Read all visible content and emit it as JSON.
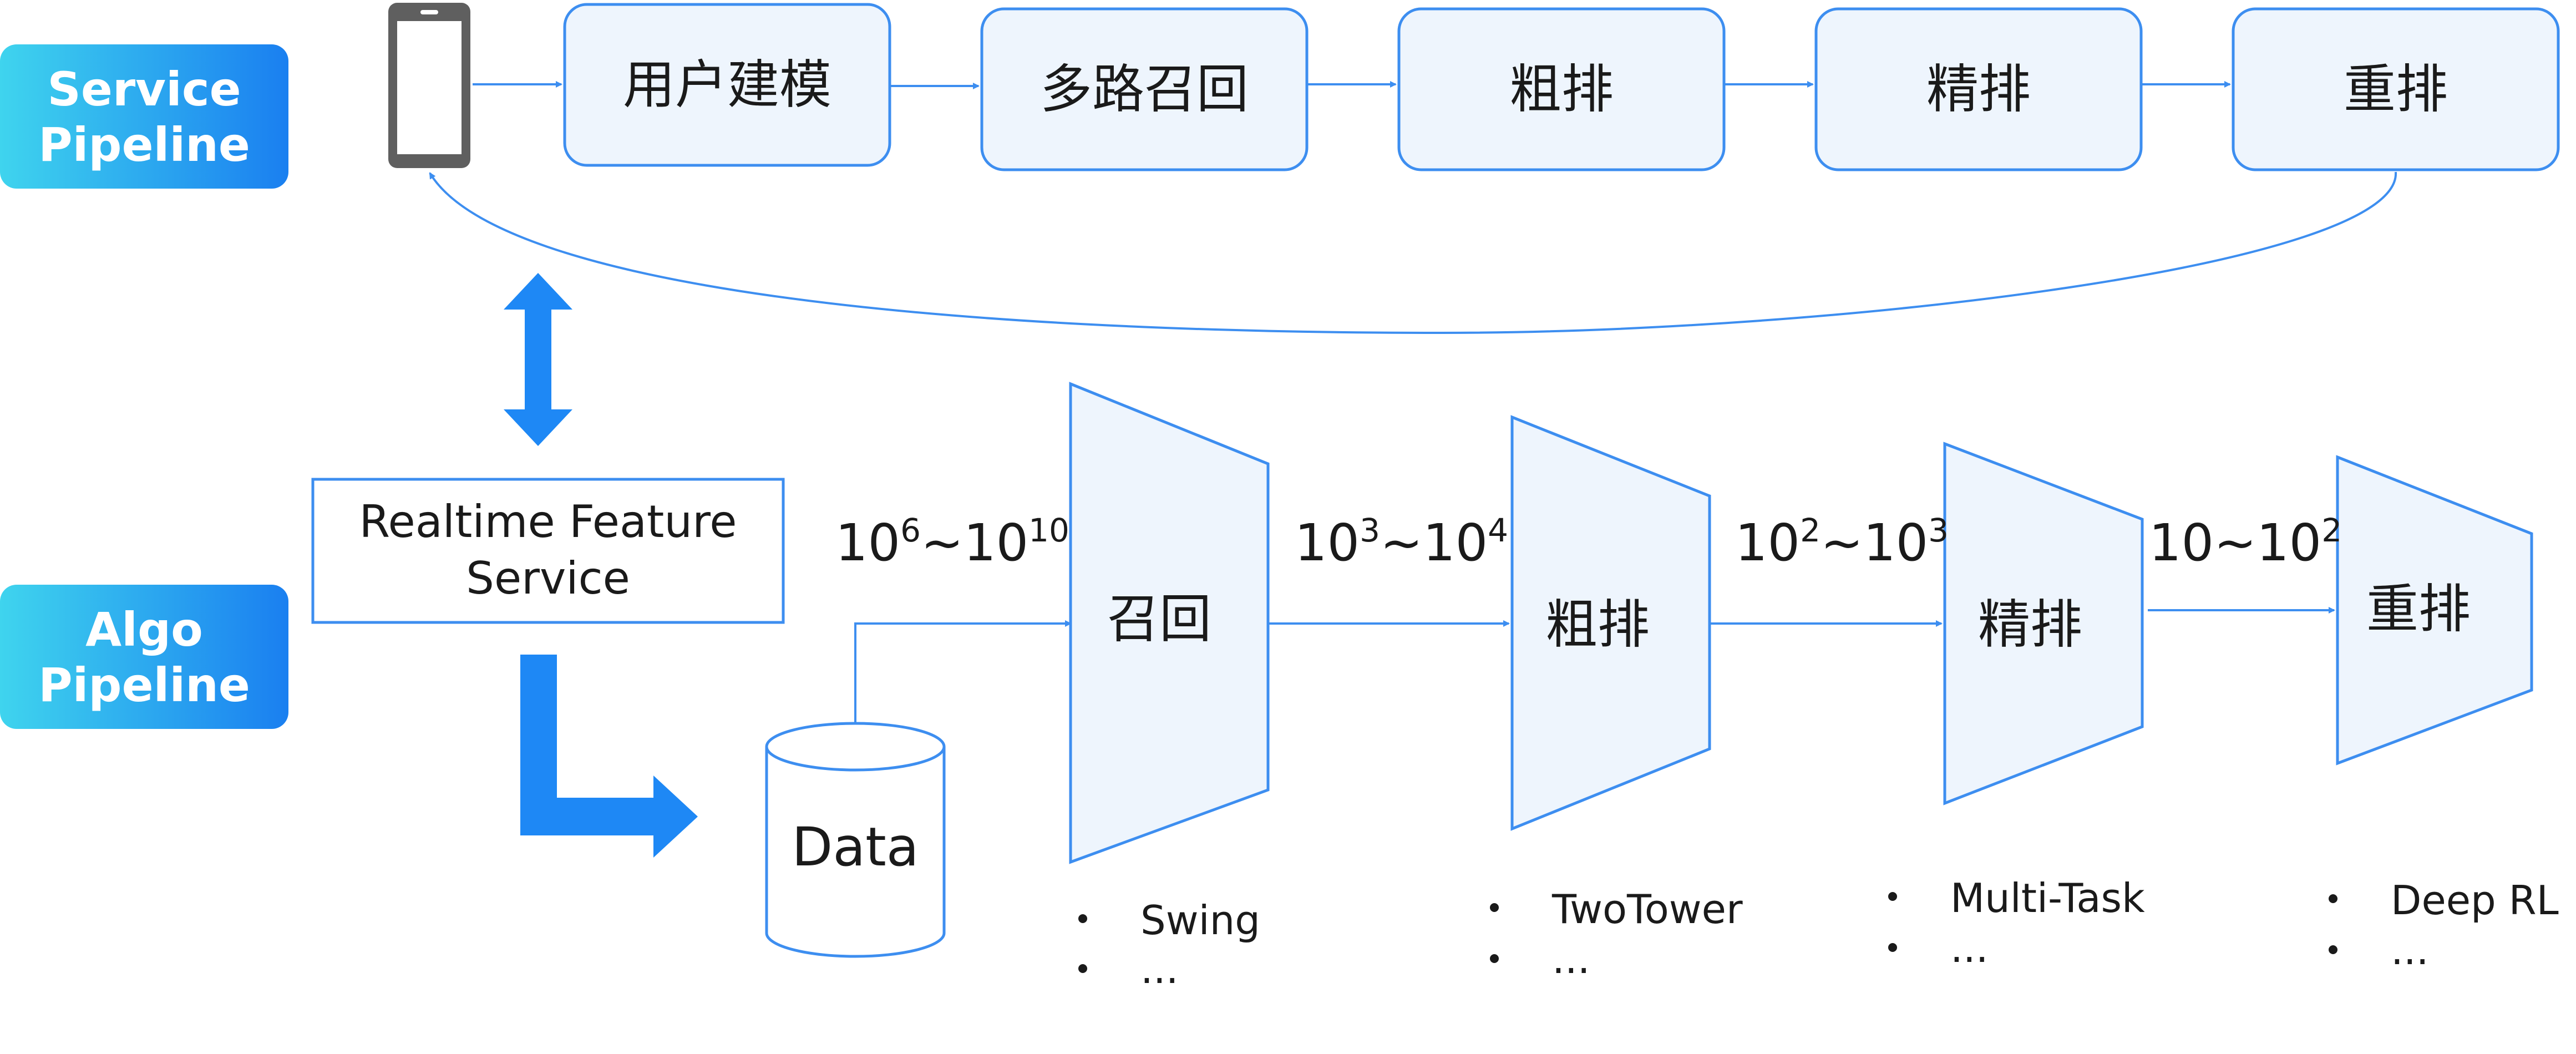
{
  "service_pipeline": {
    "badge_line1": "Service",
    "badge_line2": "Pipeline",
    "stages": [
      "用户建模",
      "多路召回",
      "粗排",
      "精排",
      "重排"
    ]
  },
  "algo_pipeline": {
    "badge_line1": "Algo",
    "badge_line2": "Pipeline",
    "feature_service_line1": "Realtime Feature",
    "feature_service_line2": "Service",
    "data_label": "Data",
    "funnels": [
      {
        "label": "召回",
        "scale_base1": "10",
        "scale_exp1": "6",
        "scale_base2": "~10",
        "scale_exp2": "10",
        "models": [
          "Swing",
          "..."
        ]
      },
      {
        "label": "粗排",
        "scale_base1": "10",
        "scale_exp1": "3",
        "scale_base2": "~10",
        "scale_exp2": "4",
        "models": [
          "TwoTower",
          "..."
        ]
      },
      {
        "label": "精排",
        "scale_base1": "10",
        "scale_exp1": "2",
        "scale_base2": "~10",
        "scale_exp2": "3",
        "models": [
          "Multi-Task",
          "..."
        ]
      },
      {
        "label": "重排",
        "scale_base1": "10~10",
        "scale_exp1": "2",
        "scale_base2": "",
        "scale_exp2": "",
        "models": [
          "Deep RL",
          "..."
        ]
      }
    ]
  },
  "colors": {
    "badge_gradient_start": "#3fd4ee",
    "badge_gradient_end": "#1a7ff0",
    "line": "#3d8ef0",
    "box_fill": "#eef5fd",
    "big_arrow": "#1e88f5",
    "phone": "#606060"
  },
  "icons": [
    "phone-icon",
    "database-icon"
  ]
}
